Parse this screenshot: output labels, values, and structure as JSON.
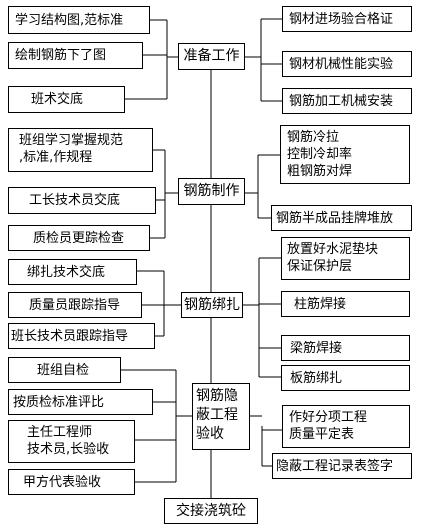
{
  "stages": {
    "prep": "准备工作",
    "fabricate": "钢筋制作",
    "bind": "钢筋绑扎",
    "acceptance": [
      "钢筋隐",
      "蔽工程",
      "验收"
    ],
    "handover": "交接浇筑砼"
  },
  "left_items": {
    "prep": [
      "学习结构图,范标准",
      "绘制钢筋下了图",
      "班术交底"
    ],
    "fabricate": [
      [
        "班组学习掌握规范",
        ",标准,作规程"
      ],
      [
        "工长技术员交底"
      ],
      [
        "质检员更踪检查"
      ]
    ],
    "bind": [
      "绑扎技术交底",
      "质量员跟踪指导",
      "班长技术员跟踪指导"
    ],
    "acceptance": [
      [
        "班组自检"
      ],
      [
        "按质检标准评比"
      ],
      [
        "主任工程师",
        "技术员,长验收"
      ],
      [
        "甲方代表验收"
      ]
    ]
  },
  "right_items": {
    "prep": [
      "钢材进场验合格证",
      "钢材机械性能实验",
      "钢筋加工机械安装"
    ],
    "fabricate": [
      [
        "钢筋冷拉",
        "控制冷却率",
        "粗钢筋对焊"
      ],
      [
        "钢筋半成品挂牌堆放"
      ]
    ],
    "bind": [
      [
        "放置好水泥垫块",
        "保证保护层"
      ],
      [
        "柱筋焊接"
      ],
      [
        "梁筋焊接"
      ],
      [
        "板筋绑扎"
      ]
    ],
    "acceptance": [
      [
        "作好分项工程",
        "质量平定表"
      ],
      [
        "隐蔽工程记录表签字"
      ]
    ]
  }
}
